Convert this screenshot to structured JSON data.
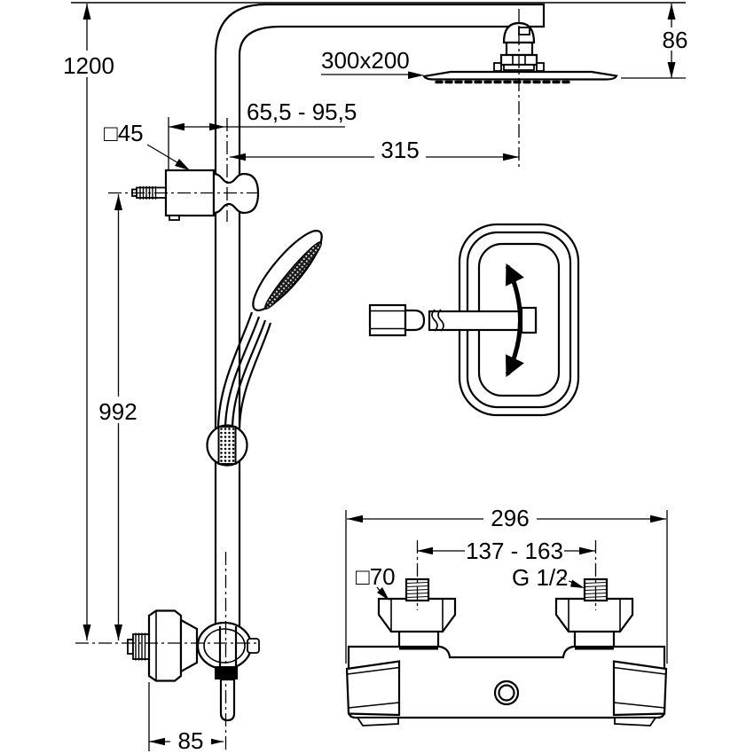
{
  "page": {
    "background": "#ffffff",
    "line_color": "#000000"
  },
  "drawing": {
    "type": "shower-system-technical-drawing"
  },
  "dimensions": {
    "overall_height": "1200",
    "rail_length": "992",
    "bracket_size": "□45",
    "wall_clearance_range": "65,5 - 95,5",
    "arm_projection": "315",
    "head_size": "300x200",
    "head_offset": "86",
    "mixer_width": "296",
    "inlet_spacing_range": "137 - 163",
    "escutcheon_size": "□70",
    "thread_size": "G 1/2",
    "rail_wall_offset": "85"
  }
}
